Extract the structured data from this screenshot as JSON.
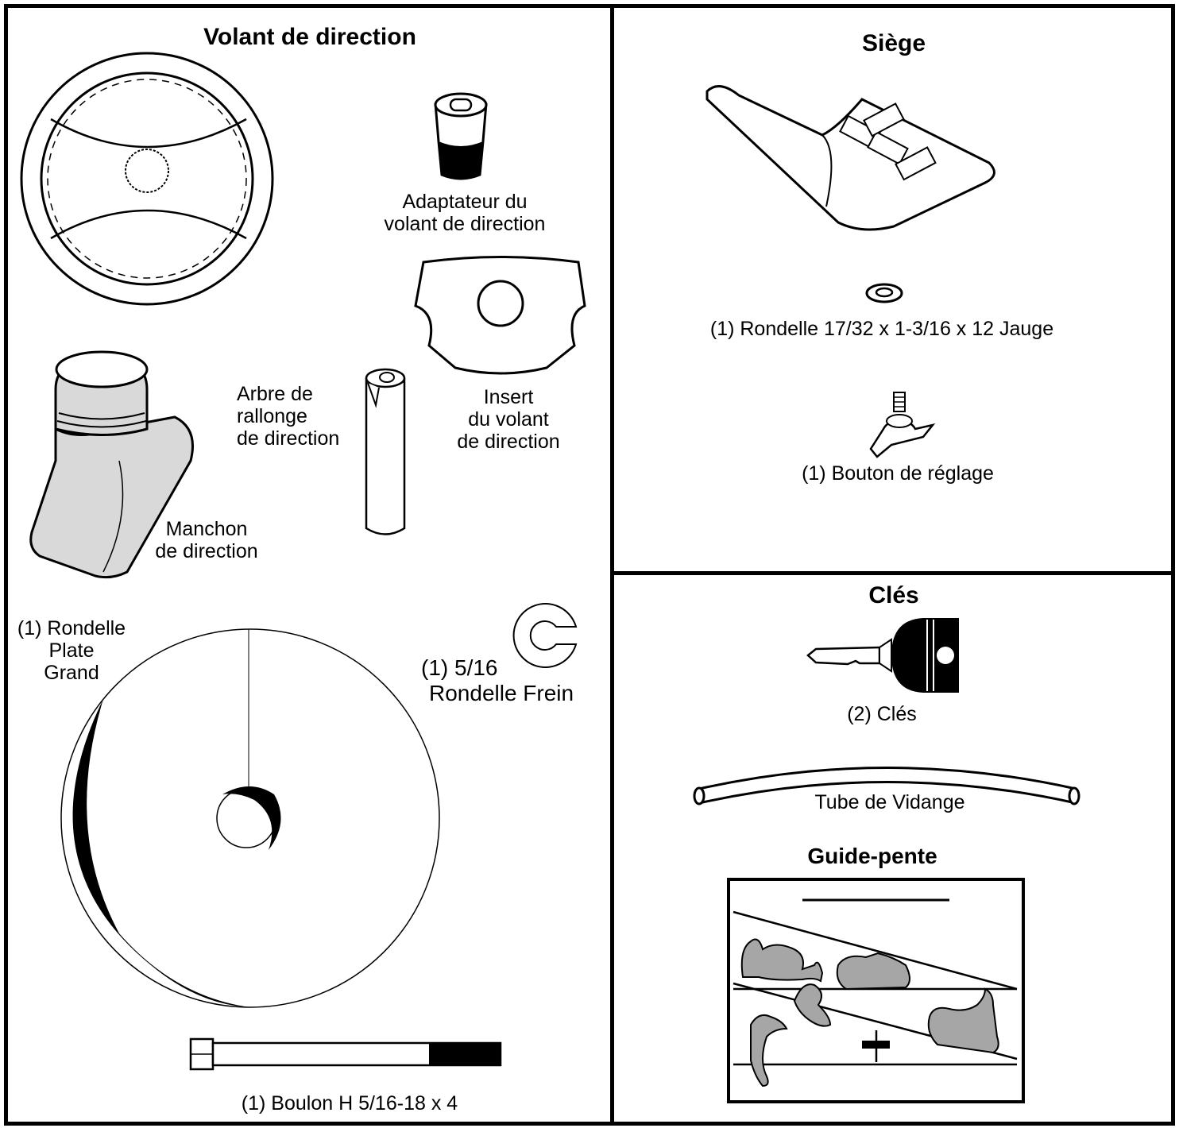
{
  "panels": {
    "steering": {
      "title": "Volant de direction",
      "adapter_label": [
        "Adaptateur du",
        "volant de direction"
      ],
      "insert_label": [
        "Insert",
        "du volant",
        "de direction"
      ],
      "shaft_label": [
        "Arbre de",
        "rallonge",
        "de direction"
      ],
      "sleeve_label": [
        "Manchon",
        "de direction"
      ],
      "flat_washer_label": [
        "(1) Rondelle",
        "Plate",
        "Grand"
      ],
      "lock_washer_label": [
        "(1) 5/16",
        "Rondelle Frein"
      ],
      "bolt_label": "(1) Boulon H 5/16-18 x 4"
    },
    "seat": {
      "title": "Siège",
      "washer_label": "(1) Rondelle  17/32 x 1-3/16 x 12 Jauge",
      "knob_label": "(1) Bouton de réglage"
    },
    "keys": {
      "title": "Clés",
      "keys_label": "(2) Clés",
      "drain_tube_label": "Tube de Vidange",
      "slope_guide_title": "Guide-pente"
    }
  },
  "colors": {
    "line": "#000000",
    "fill_gray": "#a6a6a6",
    "fill_light": "#d9d9d9"
  }
}
